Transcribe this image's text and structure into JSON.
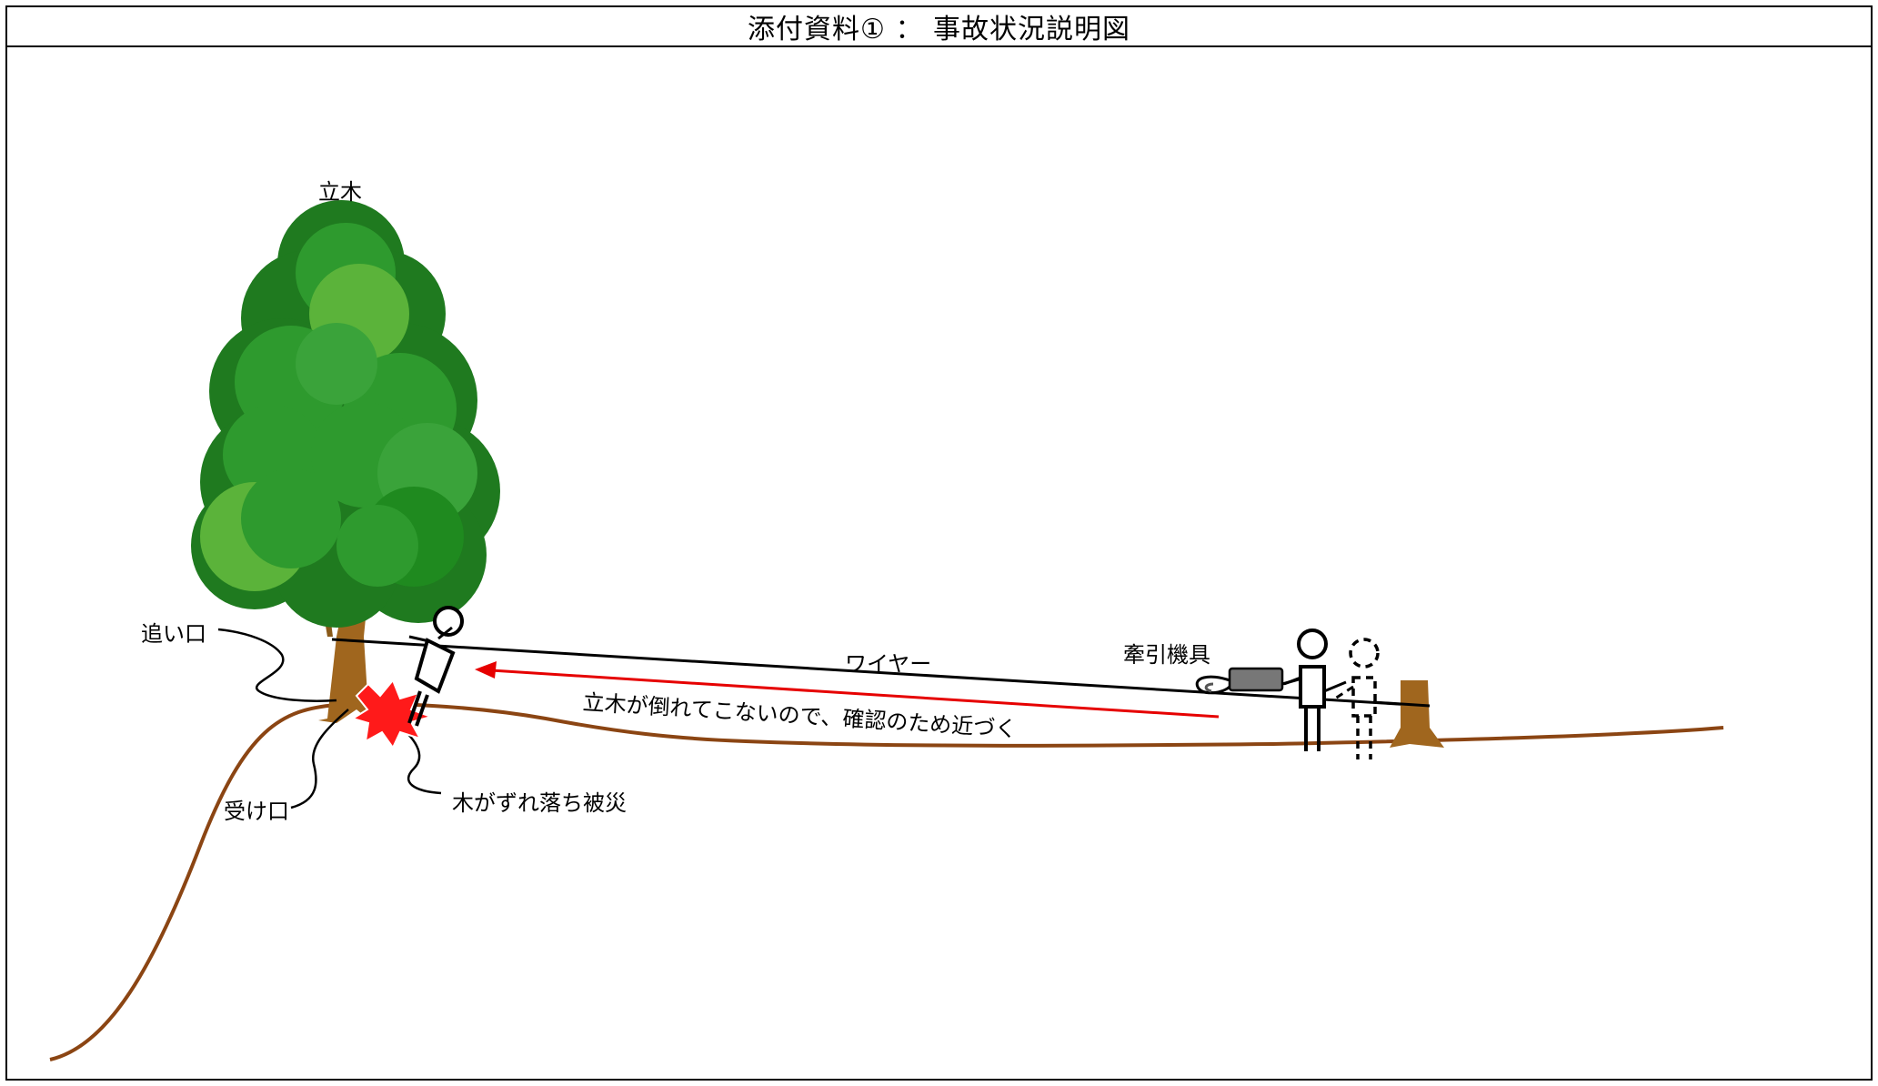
{
  "title": "添付資料① ： 事故状況説明図",
  "labels": {
    "standing_tree": "立木",
    "back_cut": "追い口",
    "face_cut": "受け口",
    "wire": "ワイヤー",
    "winch": "牽引機具",
    "approach_note": "立木が倒れてこないので、確認のため近づく",
    "accident_note": "木がずれ落ち被災"
  },
  "colors": {
    "frame": "#000000",
    "ground": "#8b4513",
    "trunk": "#a0661e",
    "foliage_dark": "#1f7a1f",
    "foliage_mid": "#2e9a2e",
    "foliage_light": "#5bb33a",
    "arrow": "#e60000",
    "impact_fill": "#ff1a1a",
    "winch_body": "#777777"
  },
  "icons": [
    "tree-icon",
    "worker-figure",
    "winch-icon",
    "stump-icon",
    "impact-burst-icon"
  ]
}
